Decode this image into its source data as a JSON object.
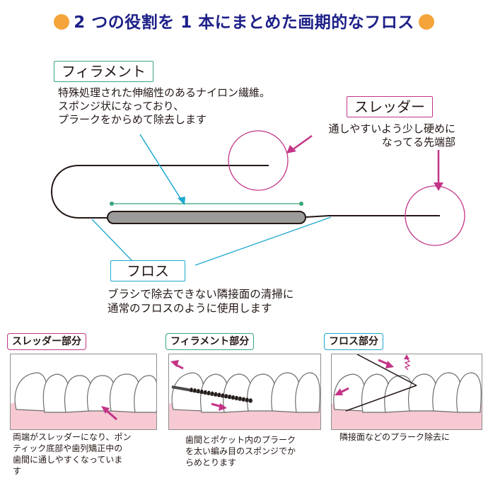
{
  "title": {
    "text": "2 つの役割を 1 本にまとめた画期的なフロス",
    "dot_color": "#f4a43a",
    "text_color": "#1d2088"
  },
  "filament": {
    "label": "フィラメント",
    "desc_lines": [
      "特殊処理された伸縮性のあるナイロン繊維。",
      "スポンジ状になっており、",
      "プラークをからめて除去します"
    ]
  },
  "threader": {
    "label": "スレッダー",
    "desc_lines": [
      "通しやすいよう少し硬めに",
      "なってる先端部"
    ]
  },
  "floss": {
    "label": "フロス",
    "desc_lines": [
      "ブラシで除去できない隣接面の清掃に",
      "通常のフロスのように使用します"
    ]
  },
  "sections": [
    {
      "label": "スレッダー部分",
      "desc_lines": [
        "両端がスレッダーになり、ポン",
        "ティック底部や歯列矯正中の",
        "歯間に通しやすくなっていま",
        "す"
      ]
    },
    {
      "label": "フィラメント部分",
      "desc_lines": [
        "歯間とポケット内のプラーク",
        "を太い編み目のスポンジでか",
        "らめとります"
      ]
    },
    {
      "label": "フロス部分",
      "desc_lines": [
        "隣接面などのプラーク除去に"
      ]
    }
  ],
  "colors": {
    "filament_accent": "#3aa57a",
    "threader_accent": "#c33486",
    "floss_accent": "#1ea9cf",
    "gum": "#f6c9d3"
  }
}
